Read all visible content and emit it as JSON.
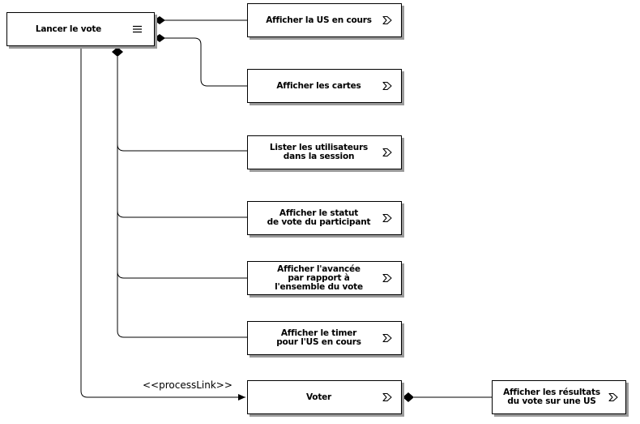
{
  "diagram": {
    "root": {
      "label": "Lancer le vote",
      "icon": "hamburger-menu-icon"
    },
    "processes": [
      {
        "id": "p1",
        "label": "Afficher la US en cours",
        "icon": "process-chevron-icon"
      },
      {
        "id": "p2",
        "label": "Afficher les cartes",
        "icon": "process-chevron-icon"
      },
      {
        "id": "p3",
        "label": "Lister les utilisateurs\ndans la session",
        "icon": "process-chevron-icon"
      },
      {
        "id": "p4",
        "label": "Afficher le statut\nde vote du participant",
        "icon": "process-chevron-icon"
      },
      {
        "id": "p5",
        "label": "Afficher l'avancée\npar rapport à\nl'ensemble du vote",
        "icon": "process-chevron-icon"
      },
      {
        "id": "p6",
        "label": "Afficher le timer\npour l'US en cours",
        "icon": "process-chevron-icon"
      },
      {
        "id": "p7",
        "label": "Voter",
        "icon": "process-chevron-icon"
      },
      {
        "id": "p8",
        "label": "Afficher les résultats\ndu vote sur une US",
        "icon": "process-chevron-icon"
      }
    ],
    "process_link_stereotype": "<<processLink>>",
    "colors": {
      "stroke": "#000000",
      "shadow": "#9a9a9a",
      "fill": "#ffffff"
    }
  }
}
